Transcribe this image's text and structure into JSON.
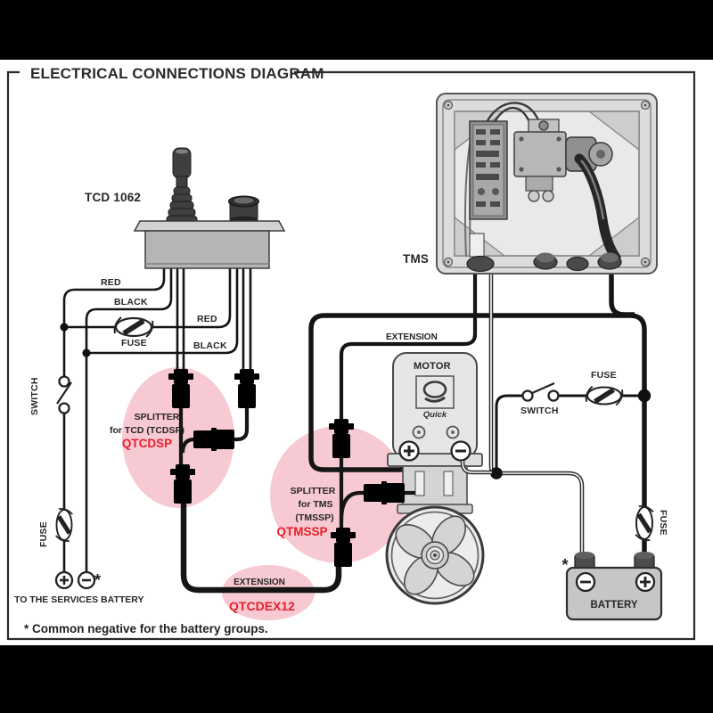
{
  "header": {
    "title": "ELECTRICAL CONNECTIONS DIAGRAM"
  },
  "devices": {
    "tcd": {
      "label": "TCD 1062"
    },
    "tms": {
      "label": "TMS"
    },
    "motor": {
      "label": "MOTOR",
      "brand": "Quick"
    },
    "battery": {
      "label": "BATTERY",
      "asterisk": "*"
    }
  },
  "wires": {
    "left_red": "RED",
    "left_black": "BLACK",
    "mid_red": "RED",
    "mid_black": "BLACK",
    "extension_run": "EXTENSION"
  },
  "components": {
    "left_switch": "SWITCH",
    "left_fuse": "FUSE",
    "left_fuse_vertical": "FUSE",
    "right_switch": "SWITCH",
    "right_fuse": "FUSE",
    "right_fuse_vertical": "FUSE"
  },
  "callouts": {
    "tcd_splitter": {
      "line1": "SPLITTER",
      "line2": "for TCD (TCDSP)",
      "code": "QTCDSP"
    },
    "tms_splitter": {
      "line1": "SPLITTER",
      "line2": "for TMS",
      "line3": "(TMSSP)",
      "code": "QTMSSP"
    },
    "extension": {
      "line1": "EXTENSION",
      "code": "QTCDEX12"
    }
  },
  "notes": {
    "services_battery": "TO THE SERVICES BATTERY",
    "services_asterisk": "*",
    "footnote": "* Common negative for the battery groups."
  },
  "colors": {
    "code_red": "#E8202C",
    "highlight_pink": "#F7C9D2",
    "connector_pink": "#EDACBA",
    "wire": "#151515"
  }
}
